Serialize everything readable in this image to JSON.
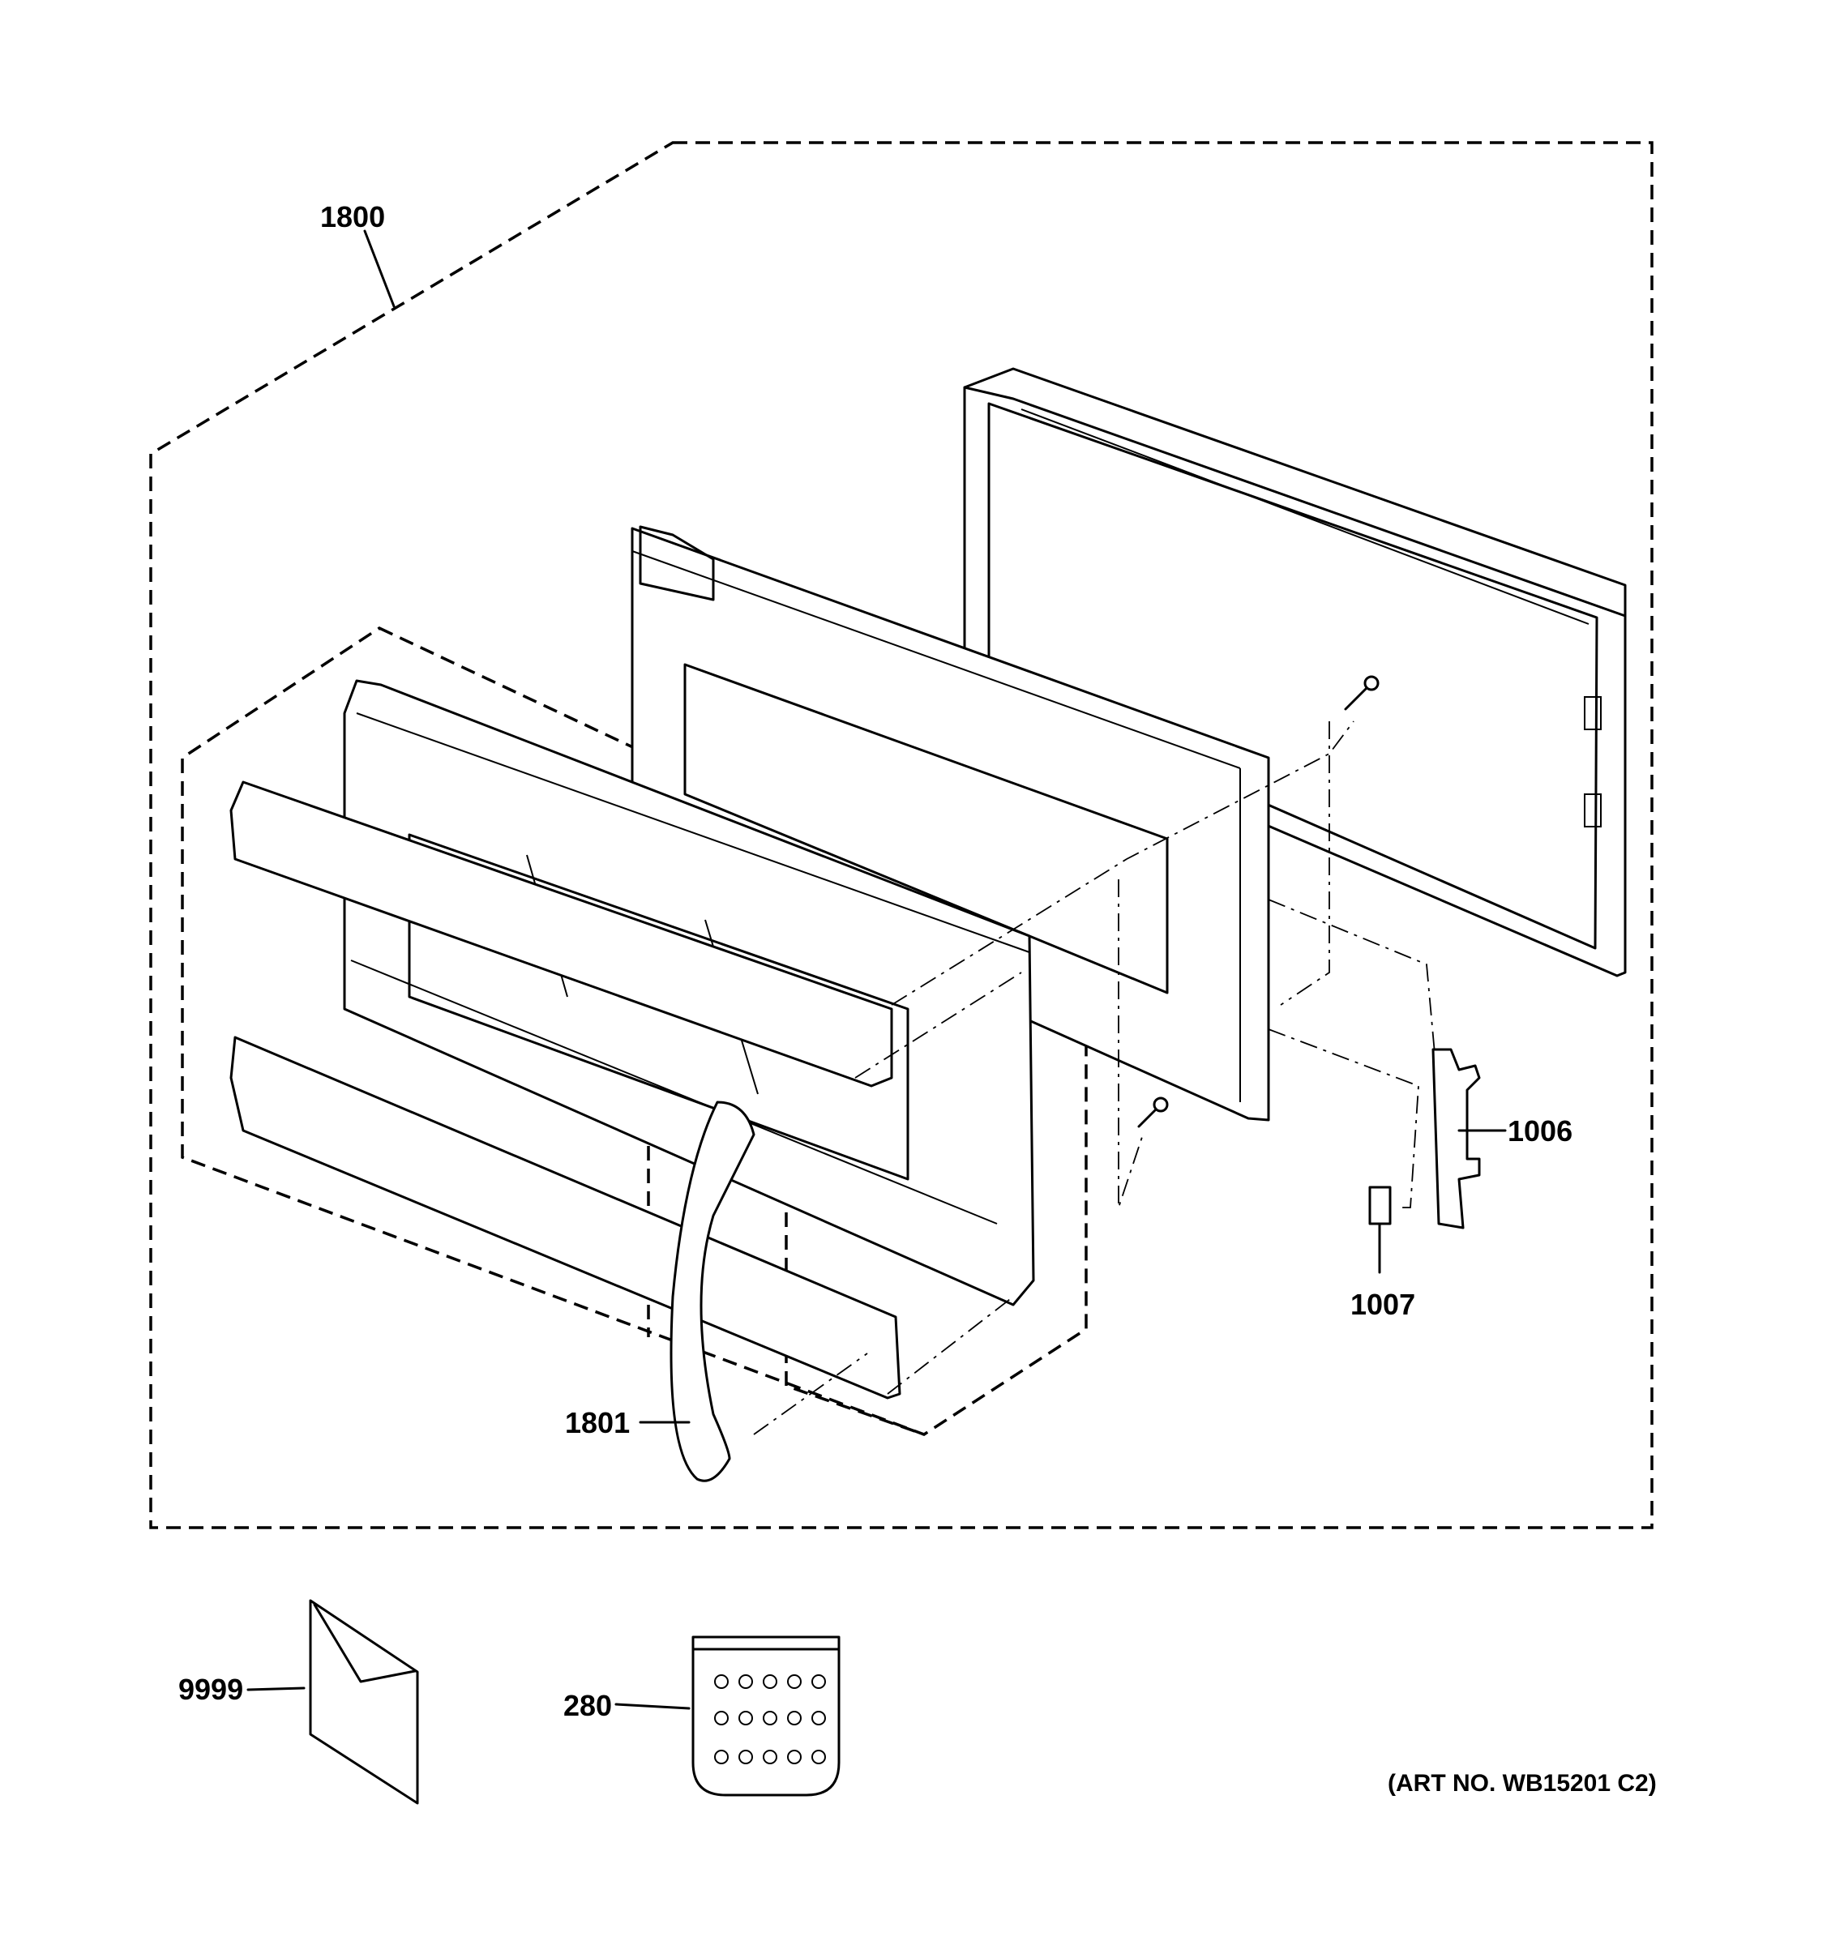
{
  "callouts": [
    {
      "id": "1800",
      "text": "1800"
    },
    {
      "id": "1801",
      "text": "1801"
    },
    {
      "id": "1006",
      "text": "1006"
    },
    {
      "id": "1007",
      "text": "1007"
    },
    {
      "id": "9999",
      "text": "9999"
    },
    {
      "id": "280",
      "text": "280"
    }
  ],
  "art_number": "(ART NO. WB15201 C2)"
}
